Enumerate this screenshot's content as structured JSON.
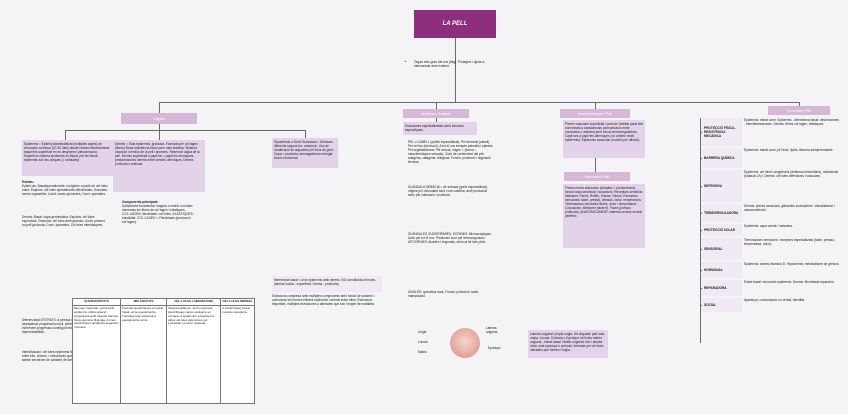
{
  "title": "LA PELL",
  "intro": [
    "Órgan més gran del cos (5kg). Protegeix i ajuda a intercanviar amb exterior."
  ],
  "headers": {
    "capes": "Capes",
    "annexes": "Annexes Cutanis",
    "vasc": "Vascularització Pell",
    "inerv": "Inervació Pell",
    "func": "Funcions Pell"
  },
  "capes": {
    "epidermis": "Epidermis = Epiteli polisestratificat (múltiples capes) de renovació contínua (20-30 dies) desde l'estrat cilíndric/estrat basal fins superfície en es desprenen (descamació). Superfície externa epidermis és lliscat, per fer lliscat epidermis són les úniques (= sebàcies)",
    "dermis": "Dermis = Sota epidermis, gruixuda. Formada per col·lagen (fibres) Bona resistència física pero més elàstica. Sistema vascular i nerviós de la pell i annexes. Reservori aigua de la pell. Dermis superficial o papil·lar = papil·les dermiques, protuberancies dermis entre crestes dèrmiques. Dermis profunda o reticular.",
    "hipodermis": "Hipodermis o Greix Subcutani = Divisions diferents segons loc. anatòmic. Uso de localització de adiposita (cèl·lules de greix. Capa = profunda, emmagatzema energia, funció endocrina.",
    "estrats_title": "Estrats:",
    "estrats": "Epiteli pla. Basal/queratinòcits: s'originen a partir de cèl·lules mare; Espinós: cèl·lules queratinòcits diferenciats; Granulós: sense organelles; Lúcid: zones gruixudes; Corni: queratina.",
    "components_title": "Components principals:",
    "components": "Substància fonamental: magma o matriu on estan immerses les fibres de col·lagen i elàstiques. COL·LAGEN: fibroblasts i cèl·lules. ELÀSTIQUES: elasticitat. COL·LAGEN = Fibroblasts (producció col·lagen).",
    "dermis_notes": "Dermis: Basal: capa germinativa; Espinós: cèl·lules espinoses; Granulós: cèl·lules amb grànuls; Lúcid: present en pell gruixuda; Corni: queratina. Cel·lules interfasiques.",
    "extra": "Diferenciació ESTRATS: a pèrdua capacitat proliferativa, desaparició progressiva nucli, pèrdua progressiva aigua, increment progressiu contingut intracel·lular i impermeabilitat.",
    "extra2": "Interdifusació: cèl·lules epidermis NO lliuren, estan units entre ells. Unions = estructures que formen part de la pell i també serveixen de caràcter de defensa.",
    "hipo_desc": "Membrana basal = unió epidermis amb dermis. NO constituïda cèl·lules. (làmina lúcida - superficial / densa - profunda)",
    "hipo_desc2": "Estructura complexa amb múltiples components amb funció de sostenir i comunicar les formes eficient epidermis i dermis entre elles. Estructura important, múltiples estructures a alterades que són l'origen de malalties."
  },
  "table": {
    "headers": [
      "QUERATINÒCITS",
      "MELANÒCITS",
      "CÈL·LULES LANGERHANS",
      "CÈL·LULES MERKEL"
    ],
    "cells": [
      "Element majoritari, estructural epidermis i diferenciació progressiva amb objectiu barrera físico-química. Biologia, formen estrat basal i epidermis separació i barrera.",
      "Cèl·lules dendrítiques a l'estrat basal, entre queratinòcits. Transferència melanina a queratinòcits veïns.",
      "Sistema defensiu, amb presència dendrítiques capten antígens en contacte a epidermis i presenten a altres cèl·lules defensives per processar i emetre resposta.",
      "A estrat basal, funció mecano-receptora."
    ]
  },
  "annexes": {
    "intro": "Estructures especialitzades amb funcions específiques.",
    "pel": "PEL o CABELL (epiteli especialitzat). Pel terminal (cabell). Pel vel·lus (borrissol). A tot el cos excepte palmells i plantes. Pèl segellat/deixat. Pèl sexual, origen = (forma i característiques sexuals). Cicle de creixement del pèl: anàgena, catàgena, telògena. Funció: protecció i regulació tèrmica.",
    "glandula": "GLÀNDULA SEBÀCIA = de sebosis (greix especialitzat), origina pel. Abundant cara i cuir cabellut, amb producció sebo per lubricació i protecció.",
    "sudorip": "GLÀNDULES SUDORÍPARES. ECRINES: Microscòpiques. Activ per tot el cos. Producció suor per termoregulació. APOCRINES: Aixelles i engonals, obrin al fol·licle pilós.",
    "ungles": "UNGLES: queratina dura. Funció: protecció, tacte, manipulació."
  },
  "vasc": {
    "text": "Plexes vasculars superficial i profund, limfàtic paral·lels connectats a anastomosis (comunicació entre conductes o arteries) amb funció termorreguladora. Capil·lars a papil·les dèrmiques (no arriben nivell epidermis). Epidermis avascular (nutrició per difusió)."
  },
  "inerv": {
    "text": "Plexes nervis autònoms (simpàtic = predominant), funció vasoconstricció i sudoració. Receptors sensitius: Meissner, Pacini, Ruffini, Krause i lliures. Receptors sensorials: tacte, pressió, vibració, dolor, temperatura. Terminacions nervioses lliures: dolor i temperatura. Corpuscles: Meissner (tacte fi), Pacini (pressió profunda). ANATÒMICAMENT: sistema nerviós central perifèric."
  },
  "funcions": [
    {
      "name": "PROTECCIÓ FÍSICA - RESISTÈNCIA MECÀNICA",
      "desc": "Epidermis: estrat corni. Epidermis - Membrana basal: desmosomes - hemidesmosomes. Dermis: fibres col·lagen, elàstiques."
    },
    {
      "name": "BARRERA QUÍMICA",
      "desc": "Epidermis: estrat corni, pH àcid, lípids. Barrera semipermeable."
    },
    {
      "name": "DEFENSIVA",
      "desc": "Epidermis: cèl·lules Langerhans (defensa immunitària), melanòcits (radiació UV). Dermis: cèl·lules defensives i vasculars."
    },
    {
      "name": "TERMOREGULADORA",
      "desc": "Dermis: plexes vasculars, glàndules sudoríperes. Vasodilatació / vasoconstricció."
    },
    {
      "name": "PROTECCIÓ SOLAR",
      "desc": "Epidermis: capa còrnia i melanina."
    },
    {
      "name": "SENSORIAL",
      "desc": "Terminacions nervioses i receptors especialitzats (tacte, pressió, temperatura, dolor)."
    },
    {
      "name": "HORMONAL",
      "desc": "Epidermis: síntesi vitamina D. Hipodermis: metabolisme de greixos."
    },
    {
      "name": "REPARADORA",
      "desc": "Estrat basal: renovació epidermis. Dermis: fibroblasts reparació."
    },
    {
      "name": "SOCIAL",
      "desc": "Aparença, comunicació no verbal, identitat."
    }
  ],
  "nail": {
    "labels": [
      "Ungla",
      "Làmina ungueal",
      "Lúnula",
      "Matriu",
      "Eponiqui"
    ],
    "legend": "Làmina ungueal: pròpia ungla. Llit ungueal: part sota ungla. Lúnula. Cutícula o Eponiqui: cèl·lules matriu ungueal - estrat basal. Matriu ungueal: fixa i amplia vista, sota eponiqui o cutícula, formada per cèl·lules ubicades que formen l'ungla."
  }
}
